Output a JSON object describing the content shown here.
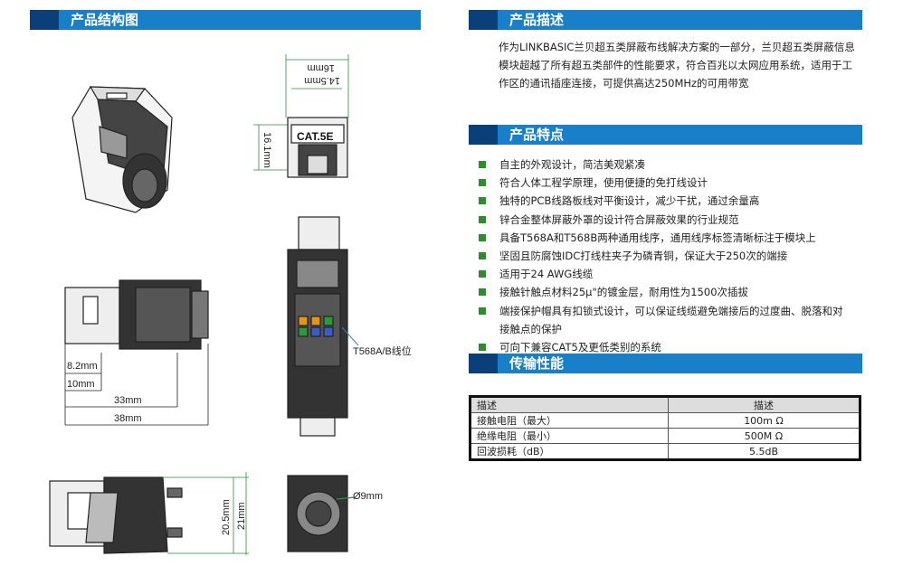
{
  "sections": {
    "structure_title": "产品结构图",
    "description_title": "产品描述",
    "features_title": "产品特点",
    "performance_title": "传输性能"
  },
  "description": "作为LINKBASIC兰贝超五类屏蔽布线解决方案的一部分，兰贝超五类屏蔽信息模块超越了所有超五类部件的性能要求，符合百兆以太网应用系统，适用于工作区的通讯插座连接，可提供高达250MHz的可用带宽",
  "features": [
    "自主的外观设计，简洁美观紧凑",
    "符合人体工程学原理，使用便捷的免打线设计",
    "独特的PCB线路板线对平衡设计，减少干扰，通过余量高",
    "锌合金整体屏蔽外罩的设计符合屏蔽效果的行业规范",
    "具备T568A和T568B两种通用线序，通用线序标签清晰标注于模块上",
    "坚固且防腐蚀IDC打线柱夹子为磷青铜，保证大于250次的端接",
    "适用于24 AWG线缆",
    "接触针触点材料25μ\"的镀金层，耐用性为1500次插拔",
    "端接保护帽具有扣锁式设计，可以保证线缆避免端接后的过度曲、脱落和对接触点的保护",
    "可向下兼容CAT5及更低类别的系统"
  ],
  "spec_table": {
    "header": [
      "描述",
      "描述"
    ],
    "rows": [
      [
        "接触电阻（最大）",
        "100m Ω"
      ],
      [
        "绝缘电阻（最小）",
        "500M Ω"
      ],
      [
        "回波损耗（dB）",
        "5.5dB"
      ]
    ]
  },
  "drawing": {
    "dim_16mm": "16mm",
    "dim_14_5mm": "14.5mm",
    "dim_16_1mm": "16.1mm",
    "label_cat5e": "CAT.5E",
    "label_t568": "T568A/B线位",
    "dim_8_2mm": "8.2mm",
    "dim_10mm": "10mm",
    "dim_33mm": "33mm",
    "dim_38mm": "38mm",
    "dim_20_5mm": "20.5mm",
    "dim_21mm": "21mm",
    "dim_9mm": "Ø9mm"
  }
}
